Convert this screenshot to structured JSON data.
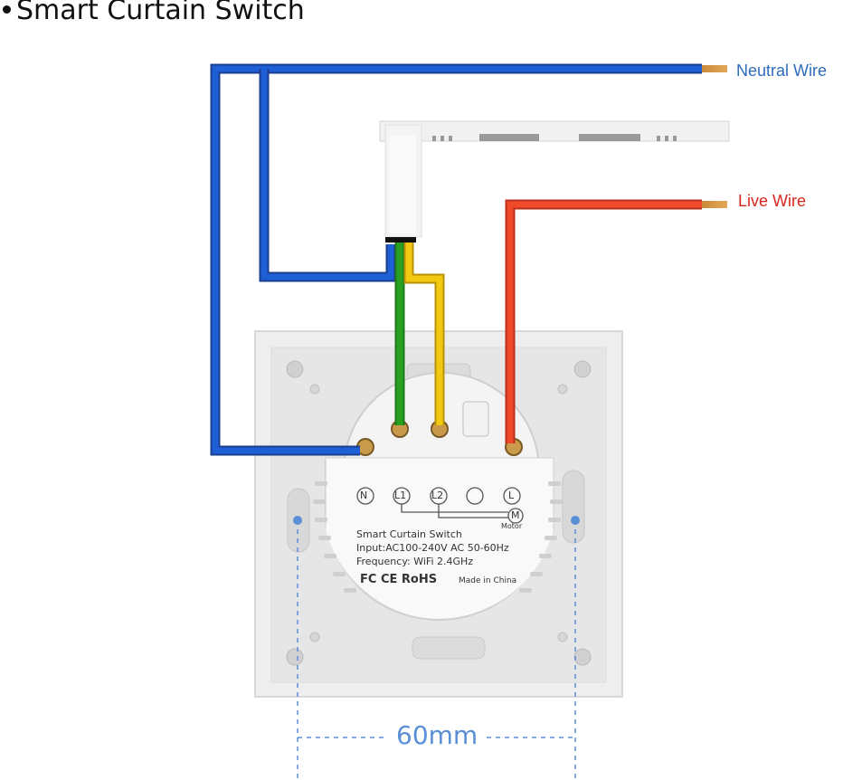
{
  "title": "Smart Curtain Switch",
  "labels": {
    "neutral_wire": "Neutral Wire",
    "live_wire": "Live Wire",
    "dimension": "60mm"
  },
  "module": {
    "terminals": [
      "N",
      "L1",
      "L2",
      "",
      "L"
    ],
    "motor_symbol": "M",
    "motor_label": "Motor",
    "name": "Smart Curtain Switch",
    "input": "Input:AC100-240V AC 50-60Hz",
    "frequency": "Frequency: WiFi 2.4GHz",
    "certifications": "FC CE RoHS",
    "origin": "Made in China"
  },
  "colors": {
    "neutral": "#1f5fd6",
    "live": "#f04a2a",
    "green": "#2aa020",
    "yellow": "#f2c811",
    "neutral_label": "#2e6bbd",
    "live_label": "#d9261c",
    "dimension": "#5a8fd6"
  }
}
